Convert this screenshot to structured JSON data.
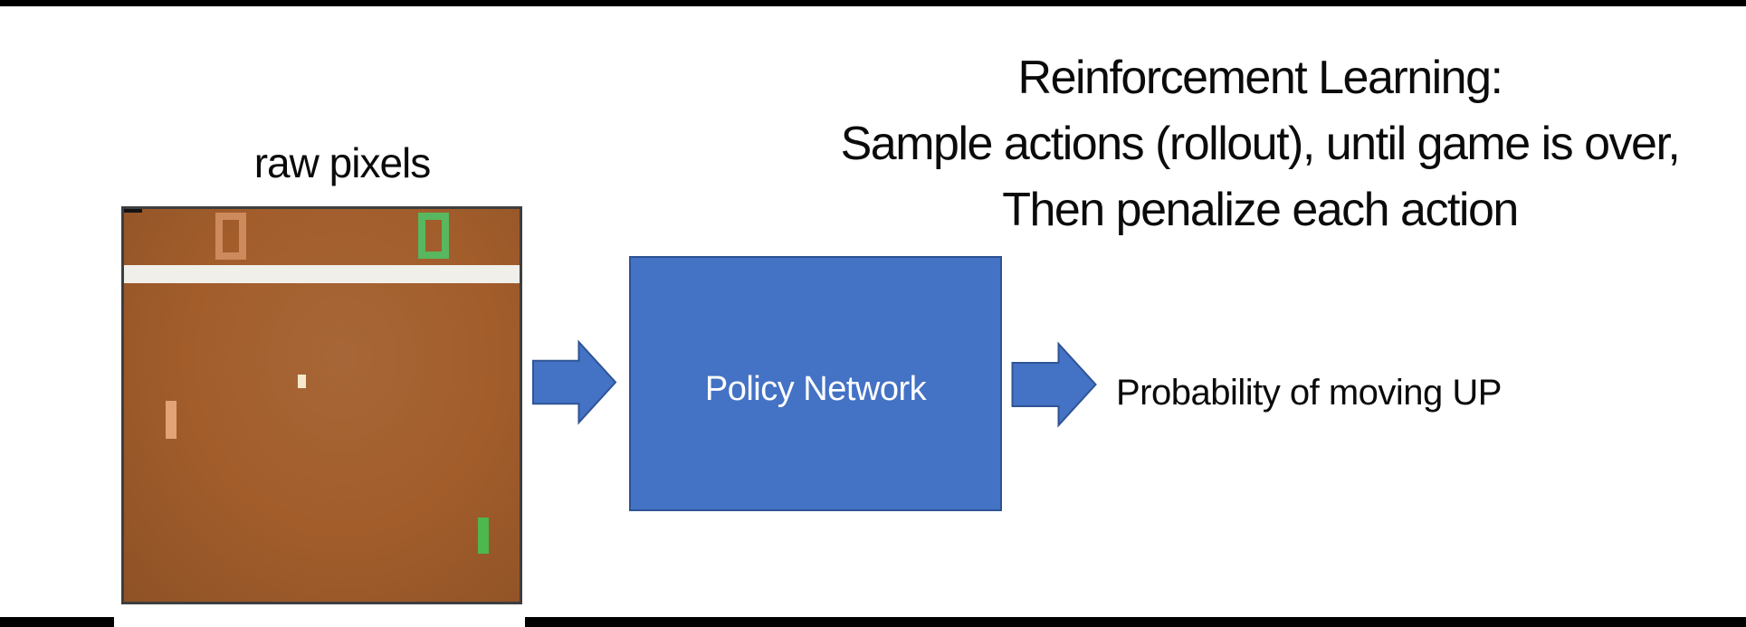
{
  "title": {
    "lines": [
      "Reinforcement Learning:",
      "Sample actions (rollout), until game is over,",
      "Then penalize each action"
    ]
  },
  "game": {
    "label": "raw pixels",
    "left_score": "0",
    "right_score": "0"
  },
  "flow": {
    "policy_label": "Policy Network",
    "output_label": "Probability of moving UP"
  },
  "colors": {
    "page_bar_black": "#000000",
    "text_black": "#0b0b0b",
    "accent_blue": "#4472c4",
    "arrow_stroke": "#2f5496",
    "box_border": "#2e5395",
    "field_brown": "#a25d2b",
    "screen_border": "#3e3e40",
    "band_white": "#f1efe9",
    "score_orange": "#cd8a5c",
    "score_green": "#58b75f",
    "paddle_tan": "#e2a377",
    "paddle_green": "#4db84e",
    "ball_cream": "#f7e9cb"
  }
}
